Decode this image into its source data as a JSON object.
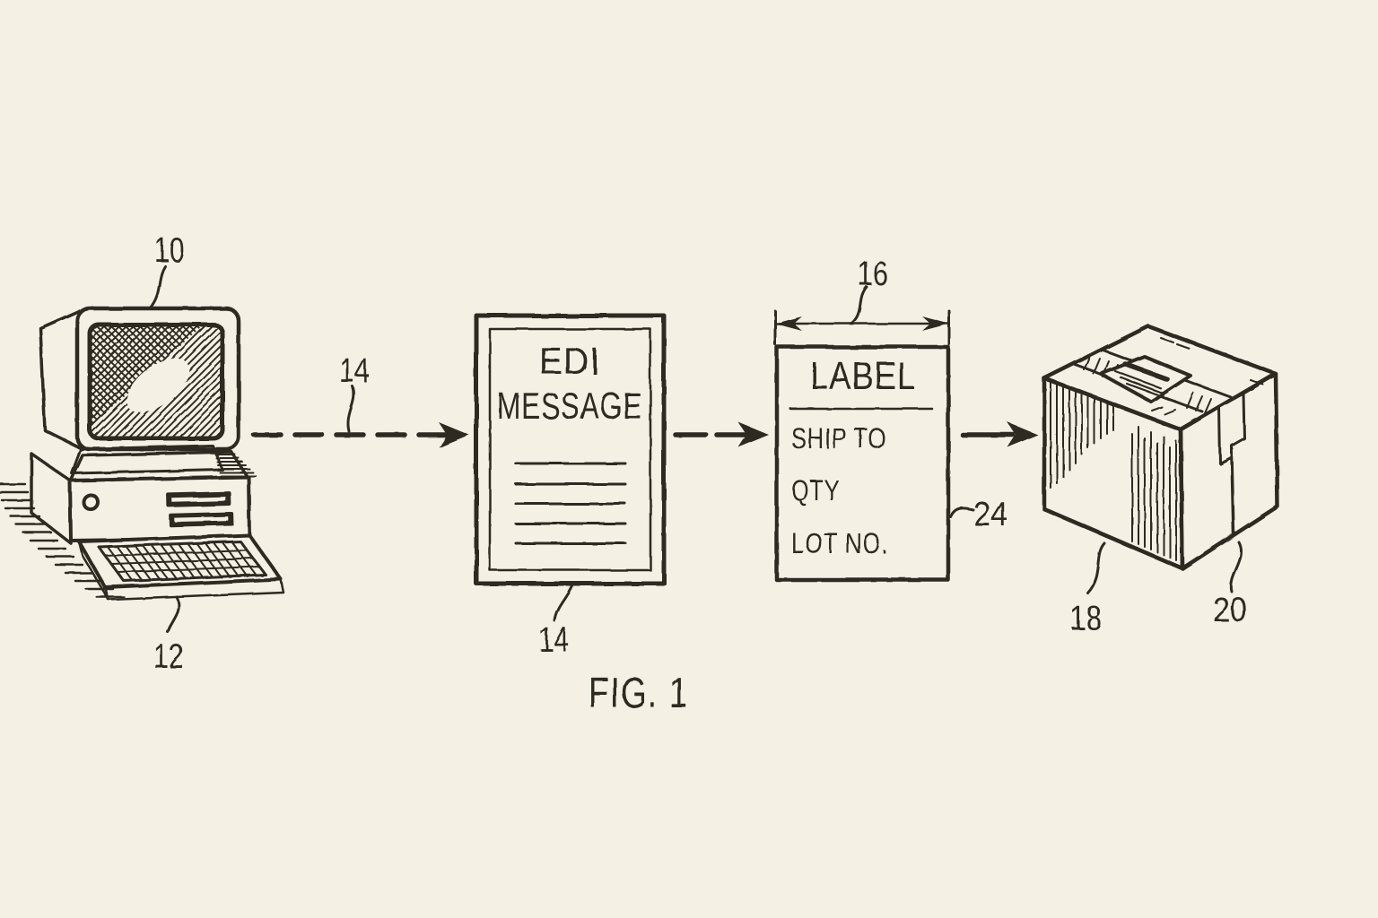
{
  "caption": "FIG. 1",
  "colors": {
    "background": "#f4f0e4",
    "ink": "#2f2a22"
  },
  "computer": {
    "ref_computer": "10",
    "ref_keyboard": "12"
  },
  "arrow_computer_to_edi": {
    "ref": "14"
  },
  "edi_document": {
    "title_line_1": "EDI",
    "title_line_2": "MESSAGE",
    "ref": "14"
  },
  "label_spec": {
    "title": "LABEL",
    "fields": [
      "SHIP TO",
      "QTY",
      "LOT NO."
    ],
    "ref_width": "16",
    "ref_label": "24"
  },
  "package": {
    "ref_package": "18",
    "ref_tape": "20"
  }
}
